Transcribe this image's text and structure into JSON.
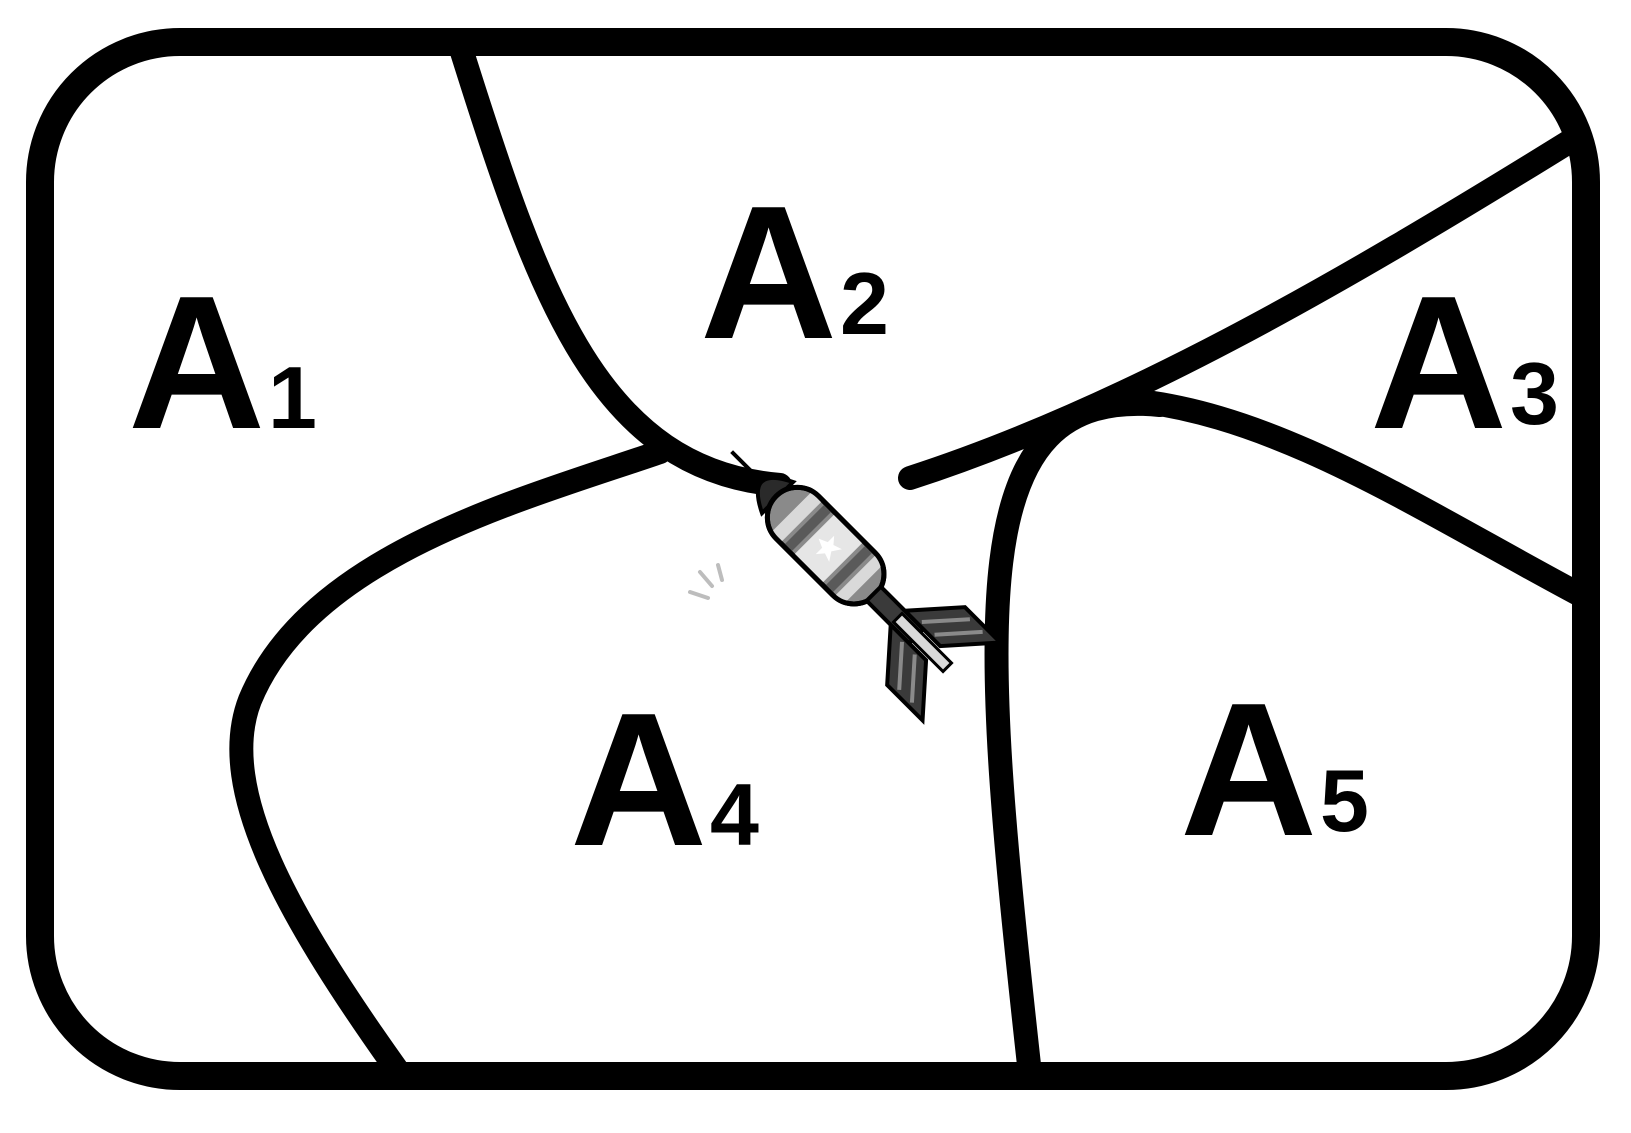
{
  "diagram": {
    "regions": [
      {
        "id": "A1",
        "letter": "A",
        "subscript": "1"
      },
      {
        "id": "A2",
        "letter": "A",
        "subscript": "2"
      },
      {
        "id": "A3",
        "letter": "A",
        "subscript": "3"
      },
      {
        "id": "A4",
        "letter": "A",
        "subscript": "4"
      },
      {
        "id": "A5",
        "letter": "A",
        "subscript": "5"
      }
    ],
    "dart": {
      "icon": "dart-icon"
    },
    "colors": {
      "stroke": "#000000",
      "background": "#ffffff",
      "dart_dark": "#3a3a3a",
      "dart_mid": "#8a8a8a",
      "dart_light": "#d9d9d9"
    }
  }
}
